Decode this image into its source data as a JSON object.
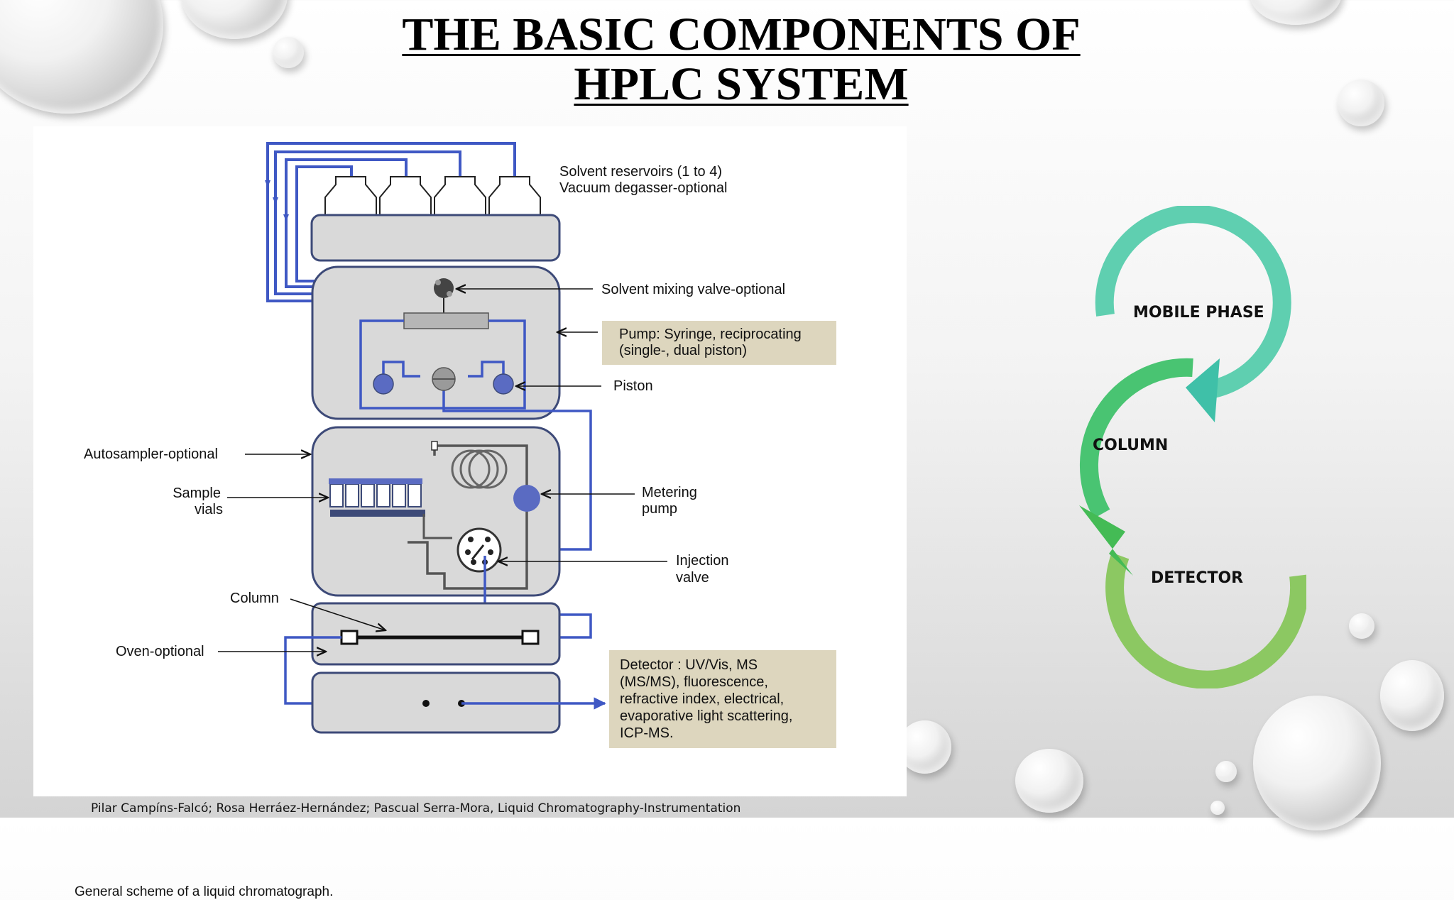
{
  "title": {
    "line1": "THE BASIC COMPONENTS OF",
    "line2": "HPLC SYSTEM"
  },
  "diagram": {
    "labels": {
      "solvent_reservoirs": "Solvent reservoirs (1 to 4)",
      "vacuum_degasser": "Vacuum degasser-optional",
      "mixing_valve": "Solvent mixing valve-optional",
      "pump_line1": "Pump: Syringe, reciprocating",
      "pump_line2": "(single-, dual piston)",
      "piston": "Piston",
      "autosampler": "Autosampler-optional",
      "sample_line1": "Sample",
      "sample_line2": "vials",
      "metering_line1": "Metering",
      "metering_line2": "pump",
      "injection_line1": "Injection",
      "injection_line2": "valve",
      "column": "Column",
      "oven": "Oven-optional",
      "detector_lines": [
        "Detector : UV/Vis, MS",
        "(MS/MS), fluorescence,",
        "refractive index, electrical,",
        "evaporative light scattering,",
        "ICP-MS."
      ]
    },
    "caption": "General scheme of a liquid chromatograph."
  },
  "citation": "Pilar Campíns-Falcó; Rosa Herráez-Hernández; Pascual Serra-Mora, Liquid Chromatography-Instrumentation",
  "cycle": {
    "steps": [
      "MOBILE PHASE",
      "COLUMN",
      "DETECTOR"
    ],
    "colors": [
      "#5fcfb0",
      "#49c472",
      "#8cc862"
    ]
  },
  "colors": {
    "tube": "#3f58c4",
    "box_fill": "#d9d9d9",
    "box_stroke": "#3d4a78",
    "callout_fill": "#ddd6be"
  }
}
